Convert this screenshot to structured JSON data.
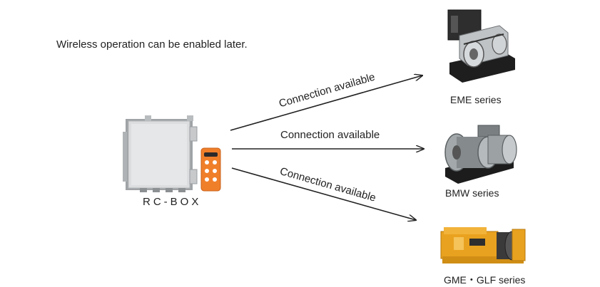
{
  "note": "Wireless operation can be enabled later.",
  "controller": {
    "label": "RC-BOX"
  },
  "connections": [
    {
      "label": "Connection available"
    },
    {
      "label": "Connection available"
    },
    {
      "label": "Connection available"
    }
  ],
  "devices": [
    {
      "label": "EME series"
    },
    {
      "label": "BMW series"
    },
    {
      "label": "GME・GLF series"
    }
  ],
  "colors": {
    "box_body": "#d9dadb",
    "remote": "#f07f2a",
    "eme_body": "#2b2b2b",
    "bmw_body": "#8e9496",
    "gme_body": "#e9a21f",
    "arrow": "#222222"
  }
}
